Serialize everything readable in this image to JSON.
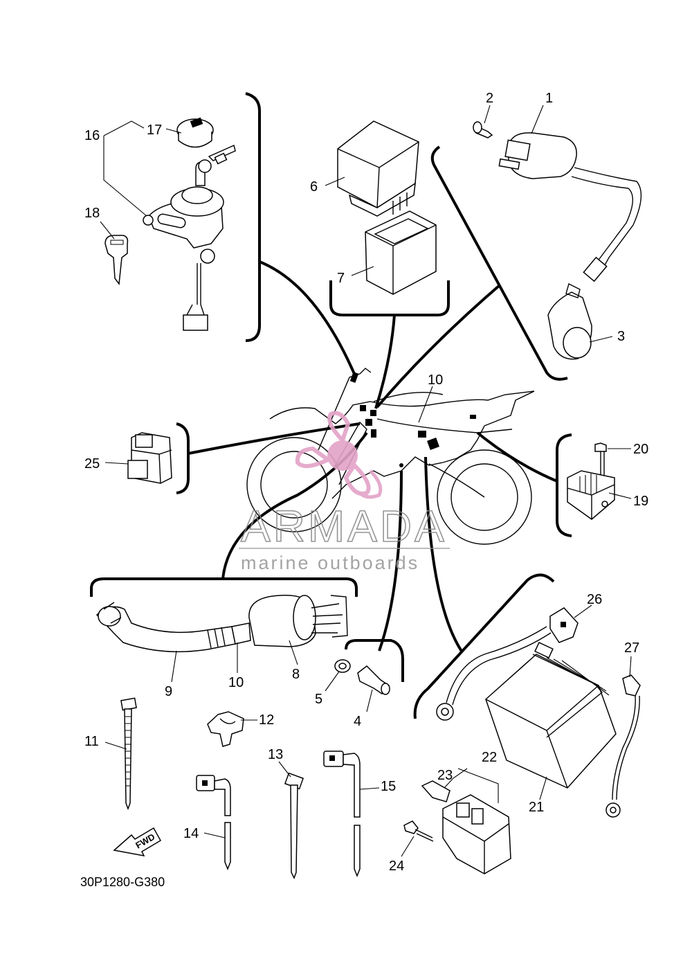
{
  "drawing_code": "30P1280-G380",
  "watermark": {
    "brand": "ARMADA",
    "tagline": "marine outboards",
    "logo_color": "#e3a3c7",
    "text_color": "#8a8a8a"
  },
  "fwd_label": "FWD",
  "callouts": [
    "1",
    "2",
    "3",
    "4",
    "5",
    "6",
    "7",
    "8",
    "9",
    "10",
    "10",
    "11",
    "12",
    "13",
    "14",
    "15",
    "16",
    "17",
    "18",
    "19",
    "20",
    "21",
    "22",
    "23",
    "24",
    "25",
    "26",
    "27"
  ]
}
